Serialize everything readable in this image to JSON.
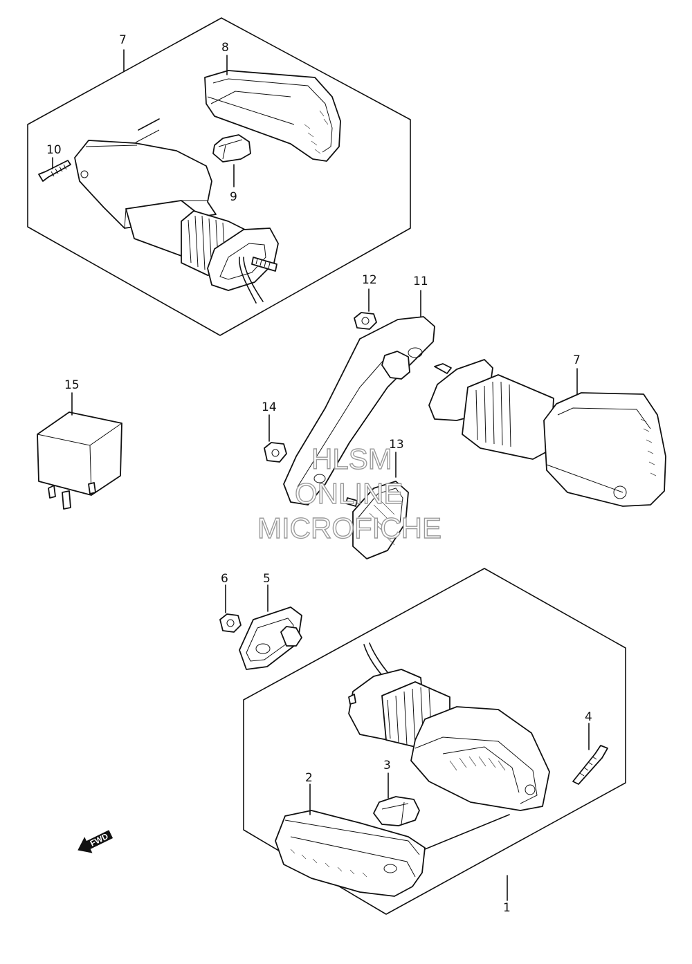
{
  "callouts": {
    "c1": "1",
    "c2": "2",
    "c3": "3",
    "c4": "4",
    "c5": "5",
    "c6": "6",
    "c7a": "7",
    "c7b": "7",
    "c8": "8",
    "c9": "9",
    "c10": "10",
    "c11": "11",
    "c12": "12",
    "c13": "13",
    "c14": "14",
    "c15": "15"
  },
  "watermark": {
    "line1": "HLSM",
    "line2": "ONLINE",
    "line3": "MICROFICHE"
  },
  "direction_label": "FWD",
  "colors": {
    "line": "#111111",
    "watermark_outline": "#9a9a9a",
    "background": "#ffffff"
  }
}
